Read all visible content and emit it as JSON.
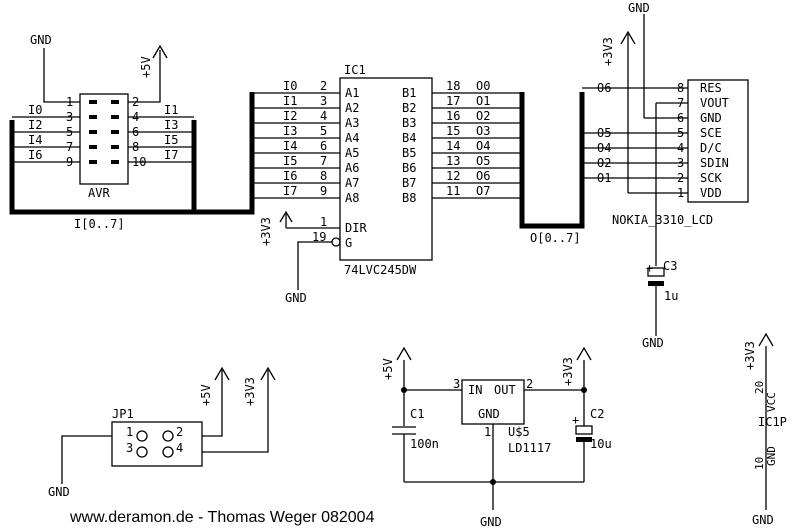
{
  "power": {
    "gnd": "GND",
    "p5v": "+5V",
    "p3v3": "+3V3"
  },
  "avr": {
    "name": "AVR",
    "left_pins": [
      "1",
      "3",
      "5",
      "7",
      "9"
    ],
    "right_pins": [
      "2",
      "4",
      "6",
      "8",
      "10"
    ],
    "left_nets": [
      "I0",
      "I2",
      "I4",
      "I6"
    ],
    "right_nets": [
      "I1",
      "I3",
      "I5",
      "I7"
    ],
    "bus": "I[0..7]"
  },
  "ic1": {
    "ref": "IC1",
    "value": "74LVC245DW",
    "a_pins": [
      "A1",
      "A2",
      "A3",
      "A4",
      "A5",
      "A6",
      "A7",
      "A8"
    ],
    "b_pins": [
      "B1",
      "B2",
      "B3",
      "B4",
      "B5",
      "B6",
      "B7",
      "B8"
    ],
    "a_nums": [
      "2",
      "3",
      "4",
      "5",
      "6",
      "7",
      "8",
      "9"
    ],
    "b_nums": [
      "18",
      "17",
      "16",
      "15",
      "14",
      "13",
      "12",
      "11"
    ],
    "a_nets": [
      "I0",
      "I1",
      "I2",
      "I3",
      "I4",
      "I5",
      "I6",
      "I7"
    ],
    "b_nets": [
      "O0",
      "O1",
      "O2",
      "O3",
      "O4",
      "O5",
      "O6",
      "O7"
    ],
    "dir": "DIR",
    "dir_num": "1",
    "g": "G",
    "g_num": "19",
    "bus": "O[0..7]"
  },
  "lcd": {
    "value": "NOKIA_3310_LCD",
    "pins": [
      "RES",
      "VOUT",
      "GND",
      "SCE",
      "D/C",
      "SDIN",
      "SCK",
      "VDD"
    ],
    "nums": [
      "8",
      "7",
      "6",
      "5",
      "4",
      "3",
      "2",
      "1"
    ],
    "nets": [
      "O6",
      "",
      "",
      "O5",
      "O4",
      "O2",
      "O1",
      ""
    ]
  },
  "c3": {
    "ref": "C3",
    "value": "1u"
  },
  "jp1": {
    "ref": "JP1",
    "pins": [
      "1",
      "2",
      "3",
      "4"
    ]
  },
  "reg": {
    "ref": "U$5",
    "value": "LD1117",
    "in": "IN",
    "out": "OUT",
    "gnd": "GND",
    "pin_in": "3",
    "pin_out": "2",
    "pin_gnd": "1"
  },
  "c1": {
    "ref": "C1",
    "value": "100n"
  },
  "c2": {
    "ref": "C2",
    "value": "10u"
  },
  "ic1p": {
    "ref": "IC1P",
    "vcc": "VCC",
    "gnd": "GND",
    "pin_vcc": "20",
    "pin_gnd": "10"
  },
  "footer": "www.deramon.de - Thomas Weger 082004"
}
